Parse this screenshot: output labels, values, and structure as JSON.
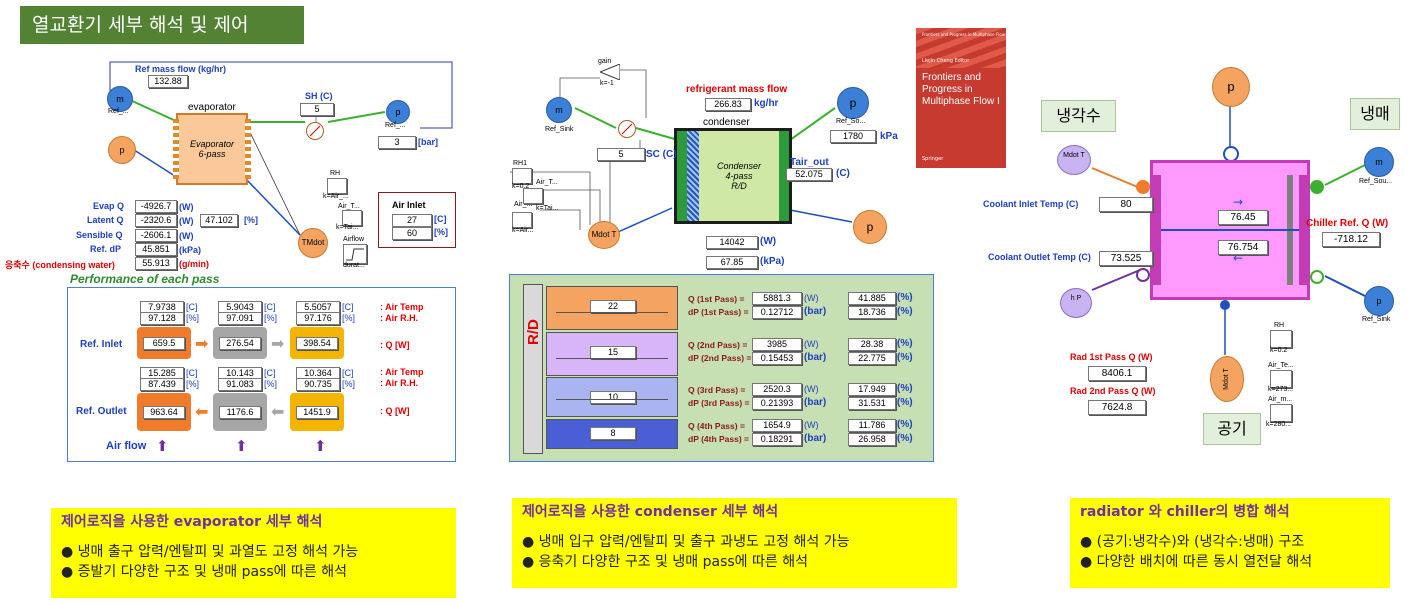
{
  "title": "열교환기 세부 해석 및 제어",
  "evaporator": {
    "ref_mass_flow_label": "Ref mass flow (kg/hr)",
    "ref_mass_flow": "132.88",
    "m_label": "m",
    "ref_small": "Ref_...",
    "ref_small2": "Ref_...",
    "p_label": "p",
    "sh_label": "SH (C)",
    "sh_value": "5",
    "pressure_value": "3",
    "bar_unit": "[bar]",
    "name": "evaporator",
    "box_text": "Evaporator\n6-pass",
    "rh_label": "RH",
    "k_air": "k=Air_...",
    "air_t": "Air_T...",
    "k_tai": "k=Tai...",
    "airflow": "Airflow",
    "durat": "durat...",
    "tmdot": "TMdot",
    "air_inlet_label": "Air Inlet",
    "air_inlet_temp": "27",
    "air_inlet_rh": "60",
    "unit_c": "[C]",
    "unit_pct": "[%]",
    "evap_q_label": "Evap Q",
    "evap_q": "-4926.7",
    "latent_q_label": "Latent Q",
    "latent_q": "-2320.6",
    "latent_pct": "47.102",
    "sensible_q_label": "Sensible Q",
    "sensible_q": "-2606.1",
    "ref_dp_label": "Ref. dP",
    "ref_dp": "45.851",
    "condensing_label": "응축수 (condensing water)",
    "condensing": "55.913",
    "unit_w": "(W)",
    "unit_kpa": "(kPa)",
    "unit_gmin": "(g/min)",
    "unit_pct_br": "[%]",
    "performance_title": "Performance of each pass",
    "inlet_label": "Ref. Inlet",
    "outlet_label": "Ref. Outlet",
    "airflow_label": "Air flow",
    "air_temp_label": ": Air Temp",
    "air_rh_label": ": Air R.H.",
    "q_w_label": ": Q [W]",
    "top_air": [
      {
        "t": "7.9738",
        "rh": "97.128"
      },
      {
        "t": "5.9043",
        "rh": "97.091"
      },
      {
        "t": "5.5057",
        "rh": "97.176"
      }
    ],
    "inlet_q": [
      "659.5",
      "276.54",
      "398.54"
    ],
    "mid_air": [
      {
        "t": "15.285",
        "rh": "87.439"
      },
      {
        "t": "10.143",
        "rh": "91.083"
      },
      {
        "t": "10.364",
        "rh": "90.735"
      }
    ],
    "outlet_q": [
      "963.64",
      "1176.6",
      "1451.9"
    ]
  },
  "condenser": {
    "gain_label": "gain",
    "k_minus1": "k=-1",
    "m_label": "m",
    "ref_sink": "Ref_Sink",
    "mass_flow_label": "refrigerant mass flow",
    "mass_flow": "266.83",
    "mass_unit": "kg/hr",
    "name": "condenser",
    "p_label": "p",
    "ref_so": "Ref_So...",
    "pressure": "1780",
    "kpa": "kPa",
    "sc_value": "5",
    "sc_label": "SC (C)",
    "rh1": "RH1",
    "k02": "k=0.2",
    "air_t": "Air_T...",
    "k_tai": "k=Tai...",
    "air_": "Air_...",
    "k_air": "k=Air...",
    "mdot_t": "Mdot T",
    "box_text": "Condenser\n4-pass\nR/D",
    "tair_out_label": "Tair_out",
    "tair_out": "52.075",
    "unit_c": "(C)",
    "q_total": "14042",
    "unit_w": "(W)",
    "dp_total": "67.85",
    "unit_kpa": "(kPa)",
    "rd_label": "R/D",
    "passes": [
      {
        "tubes": "22",
        "q_label": "Q (1st Pass) =",
        "q": "5881.3",
        "dp_label": "dP (1st Pass) =",
        "dp": "0.12712",
        "q_pct": "41.885",
        "dp_pct": "18.736",
        "color": "#f4a460"
      },
      {
        "tubes": "15",
        "q_label": "Q (2nd Pass) =",
        "q": "3985",
        "dp_label": "dP (2nd Pass) =",
        "dp": "0.15453",
        "q_pct": "28.38",
        "dp_pct": "22.775",
        "color": "#d8b4f8"
      },
      {
        "tubes": "10",
        "q_label": "Q (3rd Pass) =",
        "q": "2520.3",
        "dp_label": "dP (3rd Pass) =",
        "dp": "0.21393",
        "q_pct": "17.949",
        "dp_pct": "31.531",
        "color": "#aab4f0"
      },
      {
        "tubes": "8",
        "q_label": "Q (4th Pass) =",
        "q": "1654.9",
        "dp_label": "dP (4th Pass) =",
        "dp": "0.18291",
        "q_pct": "11.786",
        "dp_pct": "26.958",
        "color": "#4a5fd6"
      }
    ],
    "unit_w_small": "(W)",
    "unit_bar": "(bar)",
    "unit_pct": "(%)"
  },
  "book": {
    "title": "Frontiers and Progress in Multiphase Flow I",
    "author": "Liejin Cheng  Editor",
    "series": "Frontiers and Progress in Multiphase Flow",
    "publisher": "Springer"
  },
  "chiller": {
    "coolant_tag": "냉각수",
    "refrigerant_tag": "냉매",
    "air_tag": "공기",
    "p_top": "p",
    "mdot_t": "Mdot  T",
    "m_label": "m",
    "ref_sou": "Ref_Sou...",
    "ref_sink": "Ref_Sink",
    "h_p": "h  P",
    "coolant_inlet_label": "Coolant Inlet Temp (C)",
    "coolant_inlet": "80",
    "coolant_outlet_label": "Coolant Outlet Temp (C)",
    "coolant_outlet": "73.525",
    "inner1": "76.45",
    "inner2": "76.754",
    "chiller_q_label": "Chiller Ref. Q (W)",
    "chiller_q": "-718.12",
    "rad1_label": "Rad 1st Pass Q (W)",
    "rad1": "8406.1",
    "rad2_label": "Rad 2nd Pass Q (W)",
    "rad2": "7624.8",
    "rh": "RH",
    "k02": "k=0.2",
    "air_te": "Air_Te...",
    "k273": "k=273...",
    "air_m": "Air_m...",
    "k280": "k=280...",
    "mdot_t2": "Mdot  T"
  },
  "notes": [
    {
      "head": "제어로직을 사용한 evaporator 세부 해석",
      "items": [
        "냉매 출구 압력/엔탈피 및 과열도 고정 해석 가능",
        "증발기 다양한 구조 및 냉매 pass에 따른 해석"
      ]
    },
    {
      "head": "제어로직을 사용한 condenser 세부 해석",
      "items": [
        "냉매 입구 압력/엔탈피 및 출구 과냉도 고정 해석 가능",
        "응축기 다양한 구조 및 냉매 pass에 따른 해석"
      ]
    },
    {
      "head": "radiator 와 chiller의 병합 해석",
      "items": [
        "(공기:냉각수)와 (냉각수:냉매) 구조",
        "다양한 배치에 따른 동시 열전달 해석"
      ]
    }
  ],
  "bullet": "●"
}
